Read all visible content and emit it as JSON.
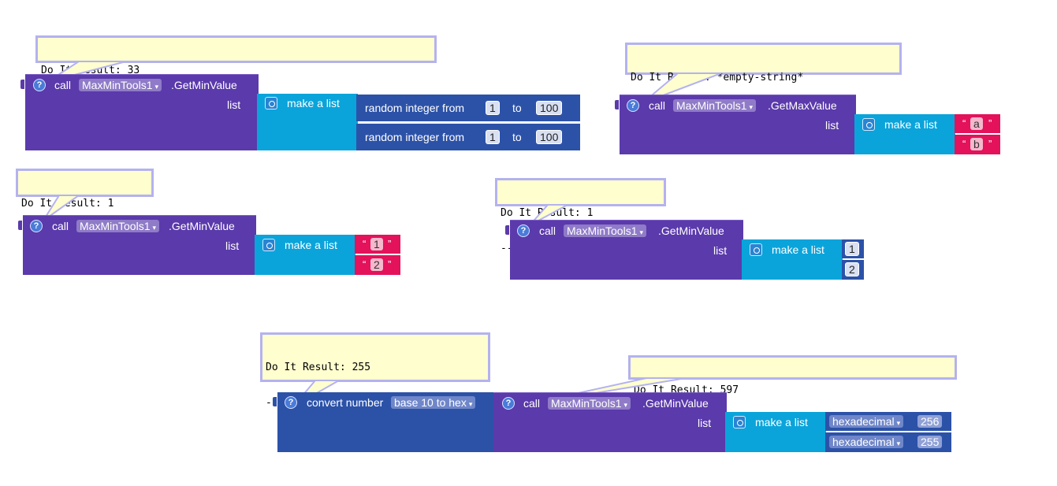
{
  "palette": {
    "procedure": "#5b3aab",
    "list": "#0aa4db",
    "math": "#2c52a8",
    "text": "#e3125a",
    "bubble_bg": "#fefecf",
    "bubble_border": "#b4b2ef"
  },
  "icons": {
    "help": "help-icon",
    "mutator": "gear-icon",
    "dropdown": "chevron-down-icon"
  },
  "labels": {
    "call": "call",
    "list": "list",
    "make_a_list": "make a list",
    "random_integer_from": "random integer from",
    "to": "to",
    "convert_number": "convert number",
    "open_quote": "“",
    "close_quote": "”",
    "help_glyph": "?",
    "dropdown_glyph": "▾"
  },
  "blocks": [
    {
      "result_lines": [
        "Do It Result: 33"
      ],
      "component": "MaxMinTools1",
      "method": ".GetMinValue",
      "items": [
        {
          "kind": "random",
          "from": "1",
          "to": "100"
        },
        {
          "kind": "random",
          "from": "1",
          "to": "100"
        }
      ]
    },
    {
      "result_lines": [
        "Do It Result: *empty-string*",
        "---"
      ],
      "component": "MaxMinTools1",
      "method": ".GetMaxValue",
      "items": [
        {
          "kind": "text",
          "value": "a"
        },
        {
          "kind": "text",
          "value": "b"
        }
      ]
    },
    {
      "result_lines": [
        "Do It Result: 1",
        "---"
      ],
      "component": "MaxMinTools1",
      "method": ".GetMinValue",
      "items": [
        {
          "kind": "text",
          "value": "1"
        },
        {
          "kind": "text",
          "value": "2"
        }
      ]
    },
    {
      "result_lines": [
        "Do It Result: 1",
        "---"
      ],
      "component": "MaxMinTools1",
      "method": ".GetMinValue",
      "items": [
        {
          "kind": "number",
          "value": "1"
        },
        {
          "kind": "number",
          "value": "2"
        }
      ]
    },
    {
      "convert_result_lines": [
        "Do It Result: 255",
        "---"
      ],
      "convert_mode": "base 10 to hex",
      "result_lines": [
        "Do It Result: 597"
      ],
      "component": "MaxMinTools1",
      "method": ".GetMinValue",
      "items": [
        {
          "kind": "hex",
          "mode": "hexadecimal",
          "value": "256"
        },
        {
          "kind": "hex",
          "mode": "hexadecimal",
          "value": "255"
        }
      ]
    }
  ]
}
